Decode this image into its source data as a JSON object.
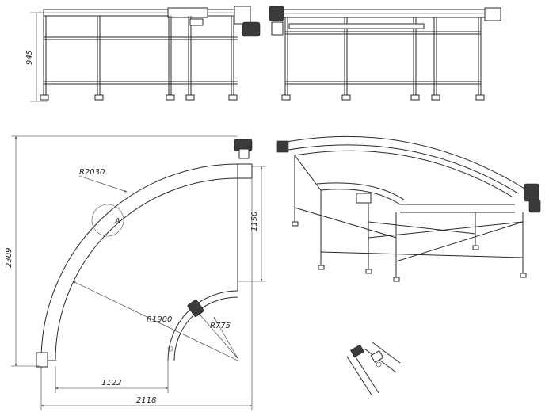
{
  "dimensions": {
    "height_side": "945",
    "height_plan": "2309",
    "width_total": "2118",
    "width_inner": "1122",
    "height_straight": "1150",
    "radius_outer": "R2030",
    "radius_mid": "R1900",
    "radius_inner": "R775",
    "detail_label": "A"
  },
  "colors": {
    "line": "#2a2a2a",
    "motor": "#3a3a3a",
    "background": "#ffffff"
  }
}
